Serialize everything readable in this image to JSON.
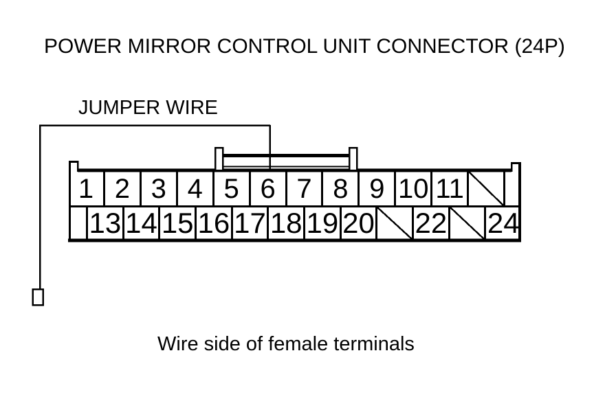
{
  "title": "POWER MIRROR CONTROL UNIT CONNECTOR (24P)",
  "jumper_wire": {
    "label": "JUMPER WIRE"
  },
  "caption": "Wire side of female terminals",
  "colors": {
    "line": "#000000",
    "background": "#ffffff"
  },
  "connector": {
    "pin_count_label": "24P",
    "top_row_cells": [
      {
        "type": "pin",
        "label": "1"
      },
      {
        "type": "pin",
        "label": "2"
      },
      {
        "type": "pin",
        "label": "3"
      },
      {
        "type": "pin",
        "label": "4"
      },
      {
        "type": "pin",
        "label": "5"
      },
      {
        "type": "pin",
        "label": "6"
      },
      {
        "type": "pin",
        "label": "7"
      },
      {
        "type": "pin",
        "label": "8"
      },
      {
        "type": "pin",
        "label": "9"
      },
      {
        "type": "pin",
        "label": "10"
      },
      {
        "type": "pin",
        "label": "11"
      },
      {
        "type": "slash",
        "label": ""
      }
    ],
    "bottom_row_cells": [
      {
        "type": "blank",
        "label": ""
      },
      {
        "type": "pin",
        "label": "13"
      },
      {
        "type": "pin",
        "label": "14"
      },
      {
        "type": "pin",
        "label": "15"
      },
      {
        "type": "pin",
        "label": "16"
      },
      {
        "type": "pin",
        "label": "17"
      },
      {
        "type": "pin",
        "label": "18"
      },
      {
        "type": "pin",
        "label": "19"
      },
      {
        "type": "pin",
        "label": "20"
      },
      {
        "type": "slash",
        "label": ""
      },
      {
        "type": "pin",
        "label": "22"
      },
      {
        "type": "slash",
        "label": ""
      },
      {
        "type": "pin",
        "label": "24"
      }
    ]
  }
}
